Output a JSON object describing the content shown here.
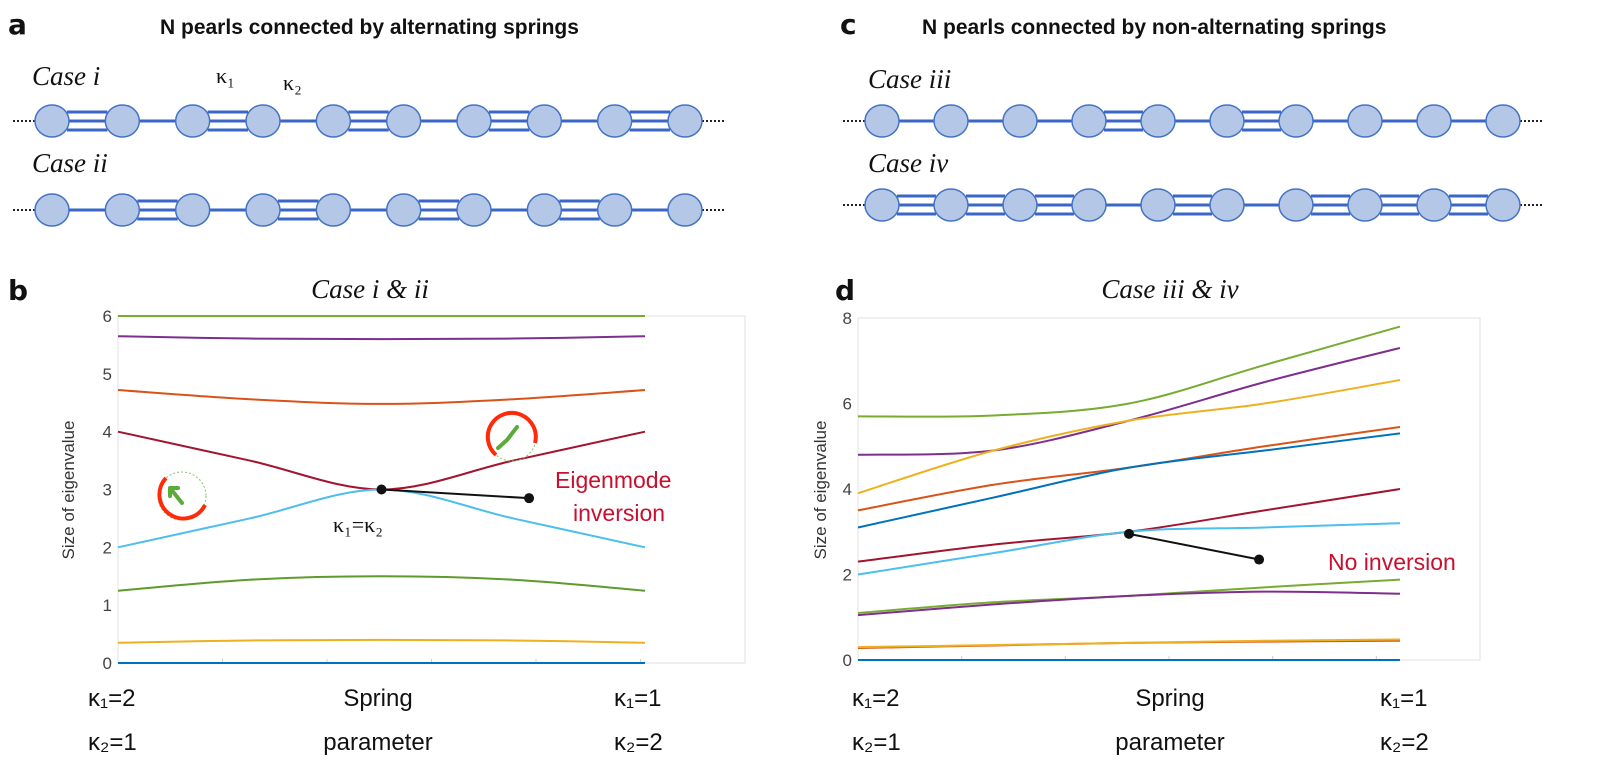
{
  "panel_a": {
    "letter": "a",
    "title": "N pearls connected by alternating springs",
    "kappa1": "κ₁",
    "kappa2": "κ₂",
    "chains": [
      {
        "label": "Case i",
        "springs": [
          "k1",
          "k2",
          "k1",
          "k2",
          "k1",
          "k2",
          "k1",
          "k2",
          "k1"
        ]
      },
      {
        "label": "Case ii",
        "springs": [
          "k2",
          "k1",
          "k2",
          "k1",
          "k2",
          "k1",
          "k2",
          "k1",
          "k2"
        ]
      }
    ]
  },
  "panel_c": {
    "letter": "c",
    "title": "N pearls connected by non-alternating springs",
    "chains": [
      {
        "label": "Case iii",
        "springs": [
          "k2",
          "k2",
          "k2",
          "k1",
          "k2",
          "k1",
          "k2",
          "k2",
          "k2"
        ]
      },
      {
        "label": "Case iv",
        "springs": [
          "k1",
          "k1",
          "k1",
          "k2",
          "k1",
          "k2",
          "k1",
          "k1",
          "k1"
        ]
      }
    ]
  },
  "colors": {
    "pearl_fill": "#b4c7e7",
    "pearl_stroke": "#4472c4",
    "spring": "#3a66c8",
    "annotation_red": "#c8102e",
    "circle_red": "#ff2a0a",
    "arrow_green": "#5aab3a"
  },
  "chart_data": [
    {
      "letter": "b",
      "type": "line",
      "title": "Case i & ii",
      "ylabel": "Size of eigenvalue",
      "ylim": [
        0,
        6
      ],
      "yticks": [
        "0",
        "1",
        "2",
        "3",
        "4",
        "5",
        "6"
      ],
      "x": [
        0,
        0.25,
        0.5,
        0.75,
        1
      ],
      "x_labels": {
        "left_1": "κ₁=2",
        "left_2": "κ₂=1",
        "center_1": "Spring",
        "center_2": "parameter",
        "right_1": "κ₁=1",
        "right_2": "κ₂=2"
      },
      "grid": false,
      "series": [
        {
          "color": "#77ac30",
          "values": [
            6,
            6,
            6,
            6,
            6
          ]
        },
        {
          "color": "#7e2f8e",
          "values": [
            5.65,
            5.61,
            5.6,
            5.61,
            5.65
          ]
        },
        {
          "color": "#d95319",
          "values": [
            4.72,
            4.56,
            4.48,
            4.56,
            4.72
          ]
        },
        {
          "color": "#a2142f",
          "values": [
            4,
            3.5,
            3,
            3.5,
            4
          ]
        },
        {
          "color": "#4dbeee",
          "values": [
            2,
            2.5,
            3,
            2.5,
            2
          ]
        },
        {
          "color": "#5f9a2c",
          "values": [
            1.25,
            1.44,
            1.5,
            1.44,
            1.25
          ]
        },
        {
          "color": "#edb120",
          "values": [
            0.35,
            0.39,
            0.4,
            0.39,
            0.35
          ]
        },
        {
          "color": "#0072bd",
          "values": [
            0,
            0,
            0,
            0,
            0
          ]
        }
      ],
      "annotations": {
        "crossing": "κ₁=κ₂",
        "callout_1": "Eigenmode",
        "callout_2": "inversion"
      }
    },
    {
      "letter": "d",
      "type": "line",
      "title": "Case iii & iv",
      "ylabel": "Size of eigenvalue",
      "ylim": [
        0,
        8
      ],
      "yticks": [
        "0",
        "2",
        "4",
        "6",
        "8"
      ],
      "x": [
        0,
        0.25,
        0.5,
        0.75,
        1
      ],
      "x_labels": {
        "left_1": "κ₁=2",
        "left_2": "κ₂=1",
        "center_1": "Spring",
        "center_2": "parameter",
        "right_1": "κ₁=1",
        "right_2": "κ₂=2"
      },
      "grid": false,
      "series": [
        {
          "color": "#77ac30",
          "values": [
            5.7,
            5.72,
            6.0,
            6.9,
            7.8
          ]
        },
        {
          "color": "#7e2f8e",
          "values": [
            4.8,
            4.9,
            5.6,
            6.5,
            7.3
          ]
        },
        {
          "color": "#edb120",
          "values": [
            3.9,
            4.9,
            5.6,
            6.0,
            6.55
          ]
        },
        {
          "color": "#d95319",
          "values": [
            3.5,
            4.1,
            4.5,
            5.0,
            5.45
          ]
        },
        {
          "color": "#0072bd",
          "values": [
            3.1,
            3.8,
            4.5,
            4.9,
            5.3
          ]
        },
        {
          "color": "#a2142f",
          "values": [
            2.3,
            2.7,
            3.0,
            3.5,
            4.0
          ]
        },
        {
          "color": "#4dbeee",
          "values": [
            2.0,
            2.5,
            3.0,
            3.1,
            3.2
          ]
        },
        {
          "color": "#77ac30",
          "values": [
            1.1,
            1.35,
            1.5,
            1.7,
            1.88
          ]
        },
        {
          "color": "#7e2f8e",
          "values": [
            1.05,
            1.3,
            1.5,
            1.6,
            1.55
          ]
        },
        {
          "color": "#d95319",
          "values": [
            0.28,
            0.34,
            0.4,
            0.43,
            0.45
          ]
        },
        {
          "color": "#edb120",
          "values": [
            0.3,
            0.35,
            0.4,
            0.45,
            0.48
          ]
        },
        {
          "color": "#0072bd",
          "values": [
            0,
            0,
            0,
            0,
            0
          ]
        }
      ],
      "annotations": {
        "callout_1": "No inversion"
      }
    }
  ]
}
